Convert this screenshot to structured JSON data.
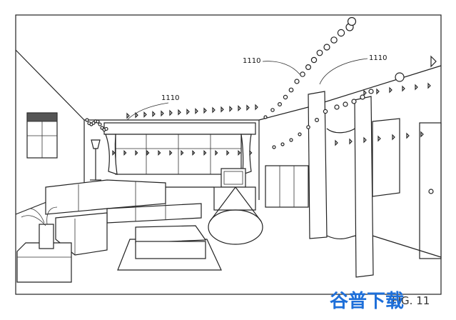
{
  "figure": {
    "labels": {
      "left": "1110",
      "center": "1110",
      "right": "1110"
    },
    "figure_caption": "FIG. 11"
  },
  "watermark": {
    "text": "谷普下载",
    "color": "#1e6fd9"
  }
}
